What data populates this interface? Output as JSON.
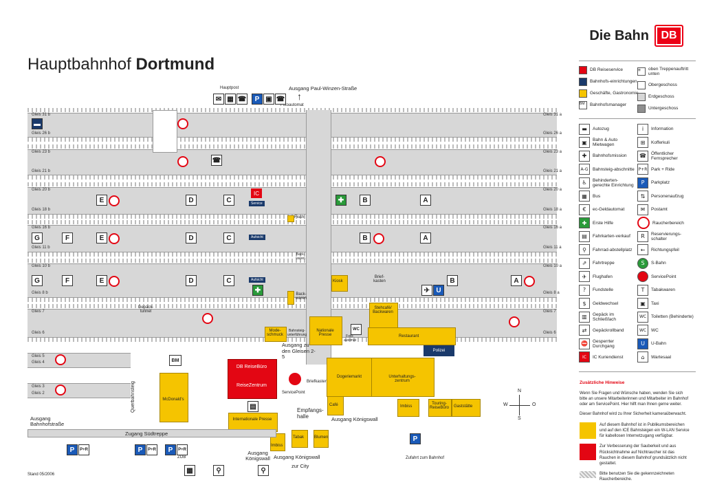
{
  "brand": {
    "name": "Die Bahn",
    "logo": "DB"
  },
  "title": {
    "prefix": "Hauptbahnhof",
    "city": "Dortmund"
  },
  "map": {
    "exits_top": {
      "hauptpost": "Hauptpost",
      "paul_winzen": "Ausgang Paul-Winzen-Straße",
      "fotoautomat": "Fotoautomat"
    },
    "gleise": [
      {
        "left": "Gleis 31 b",
        "right": "Gleis 31 a"
      },
      {
        "left": "Gleis 26 b",
        "right": "Gleis 26 a"
      },
      {
        "left": "Gleis 23 b",
        "right": "Gleis 23 a"
      },
      {
        "left": "Gleis 21 b",
        "right": "Gleis 21 a"
      },
      {
        "left": "Gleis 20 b",
        "right": "Gleis 20 a"
      },
      {
        "left": "Gleis 18 b",
        "right": "Gleis 18 a"
      },
      {
        "left": "Gleis 16 b",
        "right": "Gleis 16 a"
      },
      {
        "left": "Gleis 11 b",
        "right": "Gleis 11 a"
      },
      {
        "left": "Gleis 10 b",
        "right": "Gleis 10 a"
      },
      {
        "left": "Gleis 8 b",
        "right": "Gleis 8 a"
      },
      {
        "left": "Gleis 7",
        "right": "Gleis 7"
      },
      {
        "left": "Gleis 6",
        "right": "Gleis 6"
      },
      {
        "left": "Gleis 5",
        "right": ""
      },
      {
        "left": "Gleis 4",
        "right": ""
      },
      {
        "left": "Gleis 3",
        "right": ""
      },
      {
        "left": "Gleis 2",
        "right": ""
      }
    ],
    "places": {
      "fisch": "Fisch",
      "backwaren": "Back-waren",
      "backwaren2": "Back-waren",
      "kiosk": "Kiosk",
      "briefkasten": "Brief-kasten",
      "stehcafe": "Stehcafé/ Backwaren",
      "modeschmuck": "Mode-schmuck",
      "bahnsteigunterfuehrung": "Bahnsteig-unterführung",
      "nationale_presse": "Nationale Presse",
      "restaurant": "Restaurant",
      "polizei": "Polizei",
      "fotoautomat2": "Foto-automat",
      "gepaecktunnel": "Gepäck-tunnel",
      "ausgang_gleisen": "Ausgang zu den Gleisen 2-5",
      "db_reisebuero": "DB ReiseBüro",
      "reisezentrum": "ReiseZentrum",
      "servicepoint": "ServicePoint",
      "briefkasten2": "Briefkasten",
      "dogeriemarkt": "Dogeriemarkt",
      "unterhaltungszentrum": "Unterhaltungs-zentrum",
      "cafe": "Café",
      "imbiss": "Imbiss",
      "touring": "Touring-ReiseBüro",
      "gaststaette": "Gaststätte",
      "empfangshalle": "Empfangs-halle",
      "ausgang_koenigswall": "Ausgang Königswall",
      "internationale_presse": "Internationale Presse",
      "imbiss2": "Imbiss",
      "tabak": "Tabak",
      "blumen": "Blumen",
      "mcdonalds": "McDonald's",
      "querbahnsteig": "Querbahnsteig",
      "bm": "BM",
      "ausgang_bahnhofstrasse": "Ausgang Bahnhofstraße",
      "zugang_suedtreppe": "Zugang Südtreppe",
      "zob": "ZOB",
      "ausgang_koenigswall2": "Ausgang Königswall",
      "ausgang_koenigswall3": "Ausgang Königswall",
      "zur_city": "zur City",
      "zufahrt": "Zufahrt zum Bahnhof",
      "service": "Service",
      "aufsicht": "Aufsicht",
      "ic": "IC"
    },
    "sections": [
      "A",
      "B",
      "C",
      "D",
      "E",
      "F",
      "G"
    ]
  },
  "legend": {
    "colors": [
      {
        "label": "DB Reiseservice",
        "color": "#e30613"
      },
      {
        "label": "Bahnhofs-einrichtungen",
        "color": "#1a3a6b"
      },
      {
        "label": "Geschäfte, Gastronomie",
        "color": "#f5c400"
      },
      {
        "label": "Bahnhofsmanager",
        "color": "#ffffff"
      }
    ],
    "levels": [
      {
        "label": "oben Treppenauftritt unten"
      },
      {
        "label": "Obergeschoss",
        "color": "#ffffff"
      },
      {
        "label": "Erdgeschoss",
        "color": "#d7d7d7"
      },
      {
        "label": "Untergeschoss",
        "color": "#8f8f8f"
      }
    ],
    "icons_left": [
      {
        "label": "Autozug",
        "icon": "car-train-icon",
        "glyph": "🚗"
      },
      {
        "label": "Bahn & Auto Mietwagen",
        "icon": "rental-car-icon",
        "glyph": "🚘"
      },
      {
        "label": "Bahnhofsmission",
        "icon": "mission-icon",
        "glyph": "✚"
      },
      {
        "label": "Bahnsteig-abschnitte",
        "icon": "section-icon",
        "glyph": "A-G"
      },
      {
        "label": "Behinderten-gerechte Einrichtung",
        "icon": "accessible-icon",
        "glyph": "♿"
      },
      {
        "label": "Bus",
        "icon": "bus-icon",
        "glyph": "🚌"
      },
      {
        "label": "ec-Geldautomat",
        "icon": "atm-icon",
        "glyph": "€"
      },
      {
        "label": "Erste Hilfe",
        "icon": "first-aid-icon",
        "glyph": "✚"
      },
      {
        "label": "Fahrkarten-verkauf",
        "icon": "ticket-icon",
        "glyph": "🎫"
      },
      {
        "label": "Fahrrad-abstellplatz",
        "icon": "bike-icon",
        "glyph": "🚲"
      },
      {
        "label": "Fahrtreppe",
        "icon": "escalator-icon",
        "glyph": "⇗"
      },
      {
        "label": "Flughafen",
        "icon": "airport-icon",
        "glyph": "✈"
      },
      {
        "label": "Fundstelle",
        "icon": "lost-found-icon",
        "glyph": "?"
      },
      {
        "label": "Geldwechsel",
        "icon": "exchange-icon",
        "glyph": "$"
      },
      {
        "label": "Gepäck im Schließfach",
        "icon": "locker-icon",
        "glyph": "🔒"
      },
      {
        "label": "Gepäckrollband",
        "icon": "luggage-belt-icon",
        "glyph": "⇄"
      },
      {
        "label": "Gesperrter Durchgang",
        "icon": "blocked-icon",
        "glyph": "⛔"
      },
      {
        "label": "IC Kuriendienst",
        "icon": "ic-courier-icon",
        "glyph": "IC"
      }
    ],
    "icons_right": [
      {
        "label": "Information",
        "icon": "info-icon",
        "glyph": "i"
      },
      {
        "label": "Kofferkuli",
        "icon": "trolley-icon",
        "glyph": "🛒"
      },
      {
        "label": "Öffentlicher Fernsprecher",
        "icon": "phone-icon",
        "glyph": "☎"
      },
      {
        "label": "Park + Ride",
        "icon": "park-ride-icon",
        "glyph": "P+R"
      },
      {
        "label": "Parkplatz",
        "icon": "parking-icon",
        "glyph": "P"
      },
      {
        "label": "Personenaufzug",
        "icon": "elevator-icon",
        "glyph": "⇅"
      },
      {
        "label": "Postamt",
        "icon": "post-icon",
        "glyph": "✉"
      },
      {
        "label": "Raucherbereich",
        "icon": "smoking-icon",
        "glyph": "🚬"
      },
      {
        "label": "Reservierungs-schalter",
        "icon": "reservation-icon",
        "glyph": "R"
      },
      {
        "label": "Richtungspfeil",
        "icon": "arrow-icon",
        "glyph": "←"
      },
      {
        "label": "S-Bahn",
        "icon": "s-bahn-icon",
        "glyph": "S"
      },
      {
        "label": "ServicePoint",
        "icon": "servicepoint-icon",
        "glyph": "●"
      },
      {
        "label": "Tabakwaren",
        "icon": "tobacco-icon",
        "glyph": "T"
      },
      {
        "label": "Taxi",
        "icon": "taxi-icon",
        "glyph": "🚕"
      },
      {
        "label": "Toiletten (Behinderte)",
        "icon": "toilet-icon",
        "glyph": "WC"
      },
      {
        "label": "WC",
        "icon": "wc-icon",
        "glyph": "WC"
      },
      {
        "label": "U-Bahn",
        "icon": "u-bahn-icon",
        "glyph": "U"
      },
      {
        "label": "Wartesaal",
        "icon": "waiting-room-icon",
        "glyph": "🪑"
      }
    ]
  },
  "hints": {
    "heading": "Zusätzliche Hinweise",
    "p1": "Wenn Sie Fragen und Wünsche haben, wenden Sie sich bitte an unsere Mitarbeiterinnen und Mitarbeiter im Bahnhof oder am ServicePoint. Hier hilft man Ihnen gerne weiter.",
    "p2": "Dieser Bahnhof wird zu Ihrer Sicherheit kameraüberwacht.",
    "p3": "Auf diesem Bahnhof ist in Publikumsbereichen und auf den ICE Bahnsteigen ein W-LAN Service für kabellosen Internetzugang verfügbar.",
    "p4": "Zur Verbesserung der Sauberkeit und aus Rücksichtnahme auf Nichtraucher ist das Rauchen in diesem Bahnhof grundsätzlich nicht gestattet.",
    "p5": "Bitte benutzen Sie die gekennzeichneten Raucherbereiche."
  },
  "compass": {
    "n": "N",
    "s": "S",
    "w": "W",
    "o": "O"
  },
  "stand": "Stand 05/2006"
}
